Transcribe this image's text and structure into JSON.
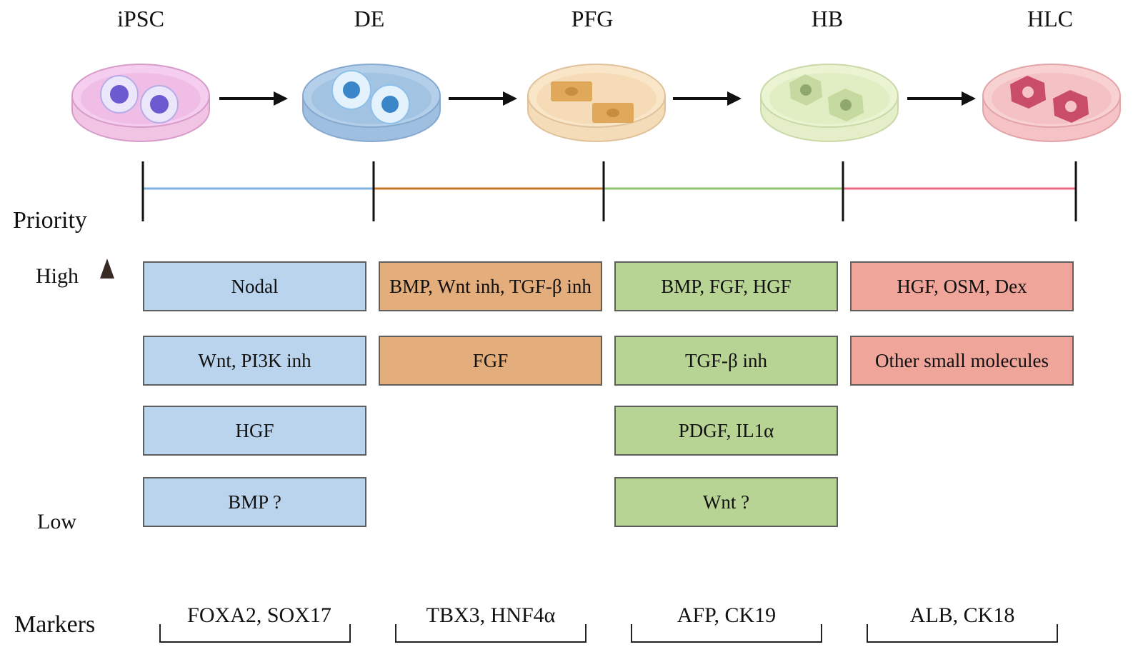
{
  "stages": [
    "iPSC",
    "DE",
    "PFG",
    "HB",
    "HLC"
  ],
  "row_labels": {
    "priority": "Priority",
    "markers": "Markers"
  },
  "axis": {
    "high": "High",
    "low": "Low"
  },
  "factors": {
    "col1": [
      "Nodal",
      "Wnt, PI3K inh",
      "HGF",
      "BMP ?"
    ],
    "col2": [
      "BMP, Wnt inh, TGF-β inh",
      "FGF"
    ],
    "col3": [
      "BMP, FGF, HGF",
      "TGF-β inh",
      "PDGF, IL1α",
      "Wnt ?"
    ],
    "col4": [
      "HGF, OSM, Dex",
      "Other small molecules"
    ]
  },
  "markers": [
    "FOXA2, SOX17",
    "TBX3, HNF4α",
    "AFP, CK19",
    "ALB, CK18"
  ],
  "colors": {
    "blue": "#b9d4ec",
    "orange": "#e3ae7b",
    "green": "#b8d494",
    "red": "#f0a59a",
    "line_blue": "#7fb2dd",
    "line_orange": "#c8762a",
    "line_green": "#92c26b",
    "line_red": "#ea6b86"
  }
}
